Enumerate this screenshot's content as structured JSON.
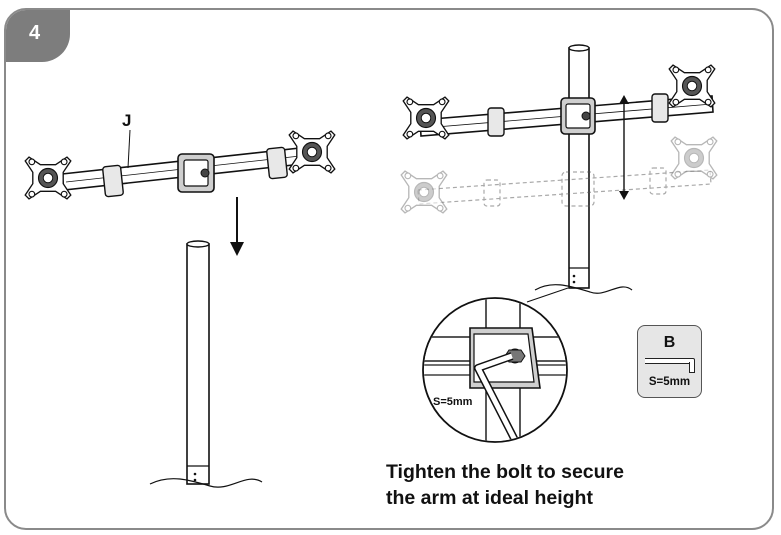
{
  "step": {
    "number": "4"
  },
  "labels": {
    "part_letter": "J",
    "tool_letter": "B",
    "tool_size": "S=5mm",
    "detail_size": "S=5mm"
  },
  "caption": {
    "line1": "Tighten the bolt to secure",
    "line2": "the arm at ideal height"
  },
  "colors": {
    "frame": "#8a8a8a",
    "tab": "#7d7d7d",
    "ink": "#111111",
    "ghost": "#b0b0b0",
    "tool_bg": "#e6e6e6"
  }
}
